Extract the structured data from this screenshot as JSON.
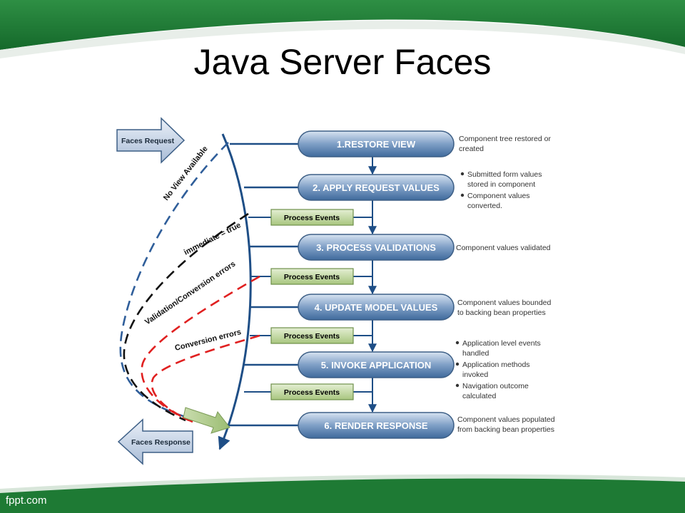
{
  "slide": {
    "title": "Java Server Faces",
    "footer": "fppt.com"
  },
  "diagram": {
    "faces_request": "Faces Request",
    "faces_response": "Faces Response",
    "phases": [
      {
        "label": "1.RESTORE VIEW"
      },
      {
        "label": "2. APPLY REQUEST VALUES"
      },
      {
        "label": "3. PROCESS VALIDATIONS"
      },
      {
        "label": "4. UPDATE MODEL VALUES"
      },
      {
        "label": "5. INVOKE APPLICATION"
      },
      {
        "label": "6. RENDER RESPONSE"
      }
    ],
    "process_events": [
      "Process Events",
      "Process Events",
      "Process Events",
      "Process Events"
    ],
    "notes": {
      "restore_view": [
        "Component tree restored or",
        "created"
      ],
      "apply_request": [
        "Submitted form values",
        "stored in component",
        "Component values",
        "converted."
      ],
      "process_validations": [
        "Component values validated"
      ],
      "update_model": [
        "Component values bounded",
        "to backing bean properties"
      ],
      "invoke_application": [
        "Application level events",
        "handled",
        "Application methods",
        "invoked",
        "Navigation outcome",
        "calculated"
      ],
      "render_response": [
        "Component values populated",
        "from backing bean properties"
      ]
    },
    "paths": {
      "no_view": "No View Available",
      "immediate": "immediate = true",
      "validation_errors": "Validation/Conversion errors",
      "conversion_errors": "Conversion errors"
    },
    "colors": {
      "phase_fill": "#4f7aa8",
      "event_fill": "#b5cf8f",
      "axis": "#1e4e86",
      "blue_dash": "#2f5e9a",
      "black_dash": "#111111",
      "red_dash": "#e02020",
      "slide_green": "#1e7a34"
    }
  }
}
